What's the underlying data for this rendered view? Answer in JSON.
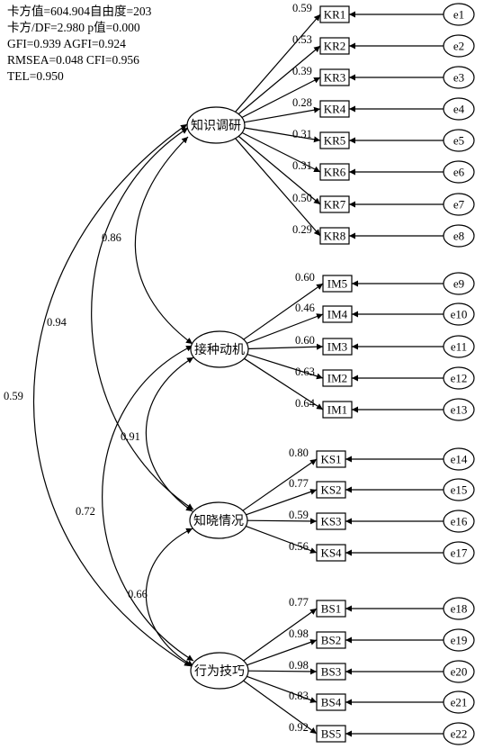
{
  "fit_stats": [
    "卡方值=604.904自由度=203",
    "卡方/DF=2.980 p值=0.000",
    "GFI=0.939 AGFI=0.924",
    "RMSEA=0.048 CFI=0.956",
    "TEL=0.950"
  ],
  "latents": [
    {
      "id": "L1",
      "label": "知识调研"
    },
    {
      "id": "L2",
      "label": "接种动机"
    },
    {
      "id": "L3",
      "label": "知晓情况"
    },
    {
      "id": "L4",
      "label": "行为技巧"
    }
  ],
  "indicators": [
    {
      "label": "KR1",
      "latent": "L1",
      "loading": "0.59",
      "error": "e1"
    },
    {
      "label": "KR2",
      "latent": "L1",
      "loading": "0.53",
      "error": "e2"
    },
    {
      "label": "KR3",
      "latent": "L1",
      "loading": "0.39",
      "error": "e3"
    },
    {
      "label": "KR4",
      "latent": "L1",
      "loading": "0.28",
      "error": "e4"
    },
    {
      "label": "KR5",
      "latent": "L1",
      "loading": "0.31",
      "error": "e5"
    },
    {
      "label": "KR6",
      "latent": "L1",
      "loading": "0.31",
      "error": "e6"
    },
    {
      "label": "KR7",
      "latent": "L1",
      "loading": "0.50",
      "error": "e7"
    },
    {
      "label": "KR8",
      "latent": "L1",
      "loading": "0.29",
      "error": "e8"
    },
    {
      "label": "IM5",
      "latent": "L2",
      "loading": "0.60",
      "error": "e9"
    },
    {
      "label": "IM4",
      "latent": "L2",
      "loading": "0.46",
      "error": "e10"
    },
    {
      "label": "IM3",
      "latent": "L2",
      "loading": "0.60",
      "error": "e11"
    },
    {
      "label": "IM2",
      "latent": "L2",
      "loading": "0.63",
      "error": "e12"
    },
    {
      "label": "IM1",
      "latent": "L2",
      "loading": "0.64",
      "error": "e13"
    },
    {
      "label": "KS1",
      "latent": "L3",
      "loading": "0.80",
      "error": "e14"
    },
    {
      "label": "KS2",
      "latent": "L3",
      "loading": "0.77",
      "error": "e15"
    },
    {
      "label": "KS3",
      "latent": "L3",
      "loading": "0.59",
      "error": "e16"
    },
    {
      "label": "KS4",
      "latent": "L3",
      "loading": "0.56",
      "error": "e17"
    },
    {
      "label": "BS1",
      "latent": "L4",
      "loading": "0.77",
      "error": "e18"
    },
    {
      "label": "BS2",
      "latent": "L4",
      "loading": "0.98",
      "error": "e19"
    },
    {
      "label": "BS3",
      "latent": "L4",
      "loading": "0.98",
      "error": "e20"
    },
    {
      "label": "BS4",
      "latent": "L4",
      "loading": "0.83",
      "error": "e21"
    },
    {
      "label": "BS5",
      "latent": "L4",
      "loading": "0.92",
      "error": "e22"
    }
  ],
  "correlations": [
    {
      "from": "L1",
      "to": "L2",
      "value": "0.86"
    },
    {
      "from": "L1",
      "to": "L3",
      "value": "0.94"
    },
    {
      "from": "L1",
      "to": "L4",
      "value": "0.59"
    },
    {
      "from": "L2",
      "to": "L3",
      "value": "0.91"
    },
    {
      "from": "L2",
      "to": "L4",
      "value": "0.72"
    },
    {
      "from": "L3",
      "to": "L4",
      "value": "0.66"
    }
  ]
}
